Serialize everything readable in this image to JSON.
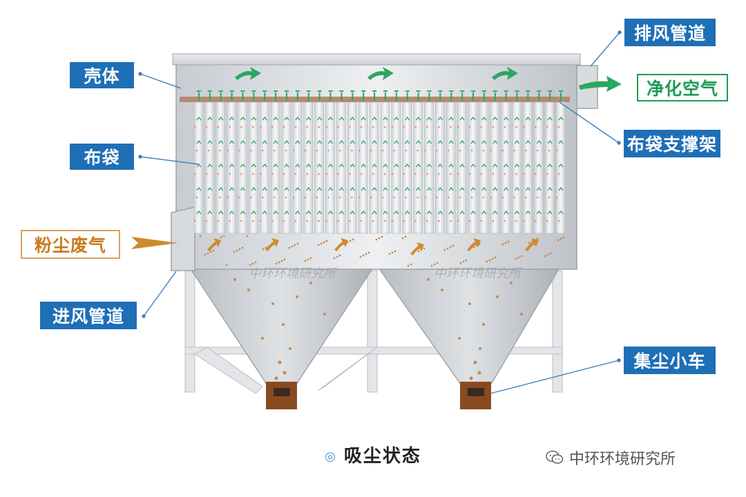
{
  "labels": {
    "shell": "壳体",
    "bag": "布袋",
    "dusty_gas": "粉尘废气",
    "inlet_duct": "进风管道",
    "outlet_duct": "排风管道",
    "clean_air": "净化空气",
    "bag_support": "布袋支撑架",
    "dust_cart": "集尘小车"
  },
  "caption": "吸尘状态",
  "caption_mark": "◎",
  "watermark": {
    "text": "中环环境研究所",
    "overlay_text": "中环环境研究所"
  },
  "colors": {
    "label_blue": "#1f6fb6",
    "clean_green": "#1e9a52",
    "dust_orange": "#c97a1d",
    "steel": "#d3d6da"
  },
  "icons": {
    "caption_mark": "double-circle-icon",
    "watermark": "wechat-icon"
  }
}
